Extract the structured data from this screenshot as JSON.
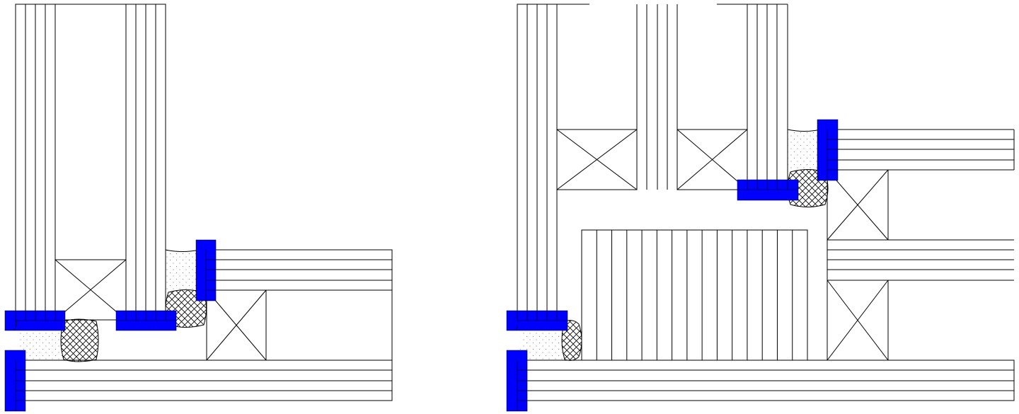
{
  "diagram": {
    "kind": "construction-joint-sections",
    "panels": [
      {
        "id": "left",
        "description_hidden": true
      },
      {
        "id": "right",
        "description_hidden": true
      }
    ],
    "colors": {
      "tape": "#0000ff",
      "line": "#000000",
      "background": "#ffffff"
    },
    "hatches": [
      "stipple-sealant",
      "crosshatch-backer-rod",
      "vertical-layers",
      "x-blocking"
    ]
  }
}
